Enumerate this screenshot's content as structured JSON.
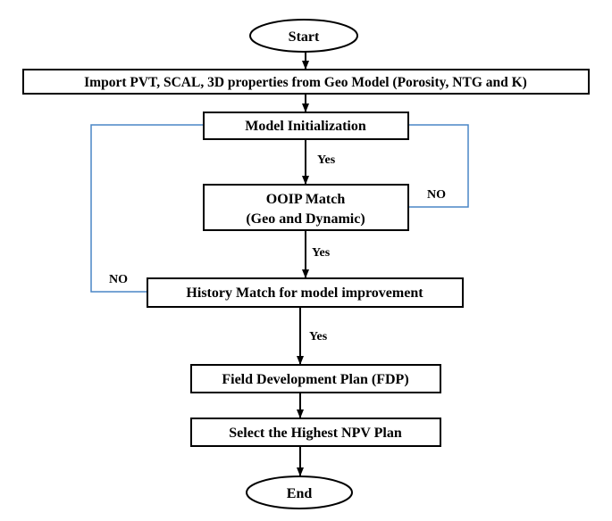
{
  "diagram": {
    "nodes": {
      "start": "Start",
      "import": "Import PVT, SCAL, 3D properties from Geo Model (Porosity, NTG and K)",
      "init": "Model Initialization",
      "ooip_line1": "OOIP Match",
      "ooip_line2": "(Geo and Dynamic)",
      "history": "History Match for model improvement",
      "fdp": "Field Development Plan (FDP)",
      "select": "Select the Highest NPV Plan",
      "end": "End"
    },
    "edge_labels": {
      "yes_init_ooip": "Yes",
      "yes_ooip_history": "Yes",
      "yes_history_fdp": "Yes",
      "no_ooip": "NO",
      "no_history": "NO"
    },
    "colors": {
      "loop_line": "#4a86c5",
      "box_border": "#000000"
    }
  }
}
